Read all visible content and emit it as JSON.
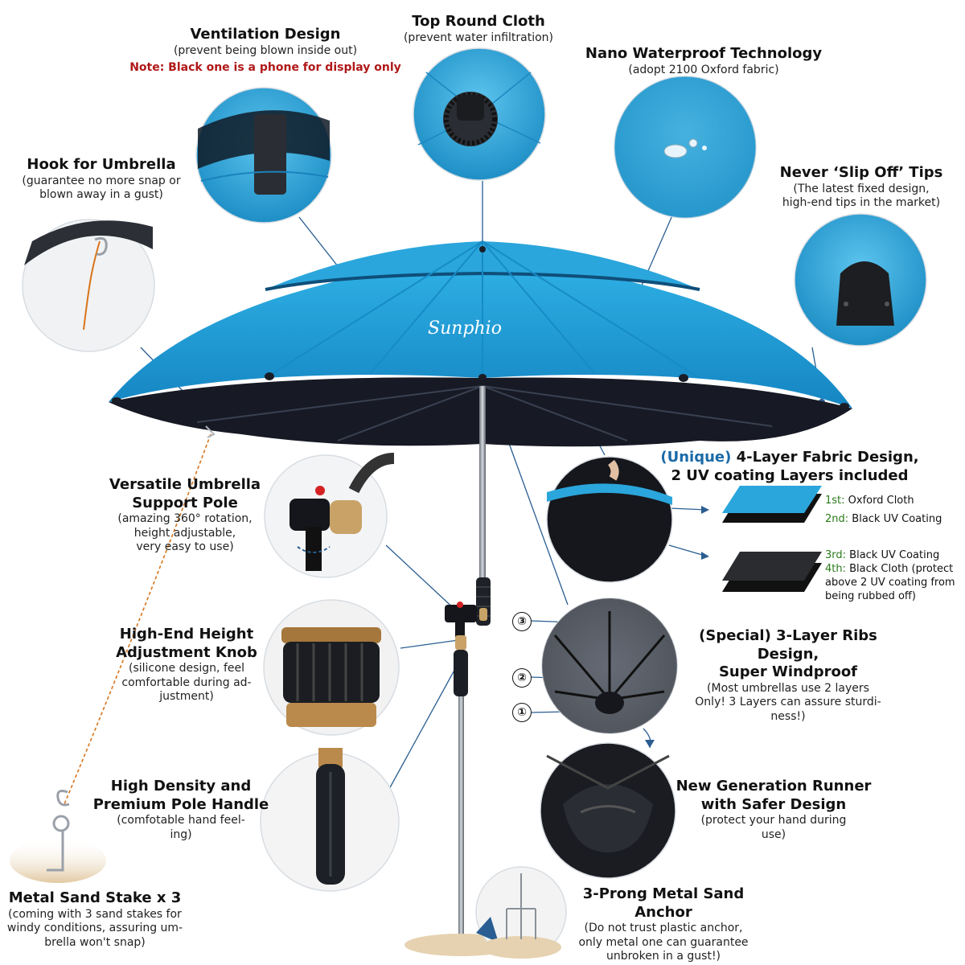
{
  "brand": {
    "logo_text": "Sunphio"
  },
  "colors": {
    "canopy": "#2aa6dc",
    "canopy_dark": "#1a8cc4",
    "underside": "#171a24",
    "leader": "#2a5e92",
    "note": "#b01818",
    "rope": "#d8741a"
  },
  "features": {
    "ventilation": {
      "title": "Ventilation Design",
      "desc": "(prevent being blown inside out)",
      "note": "Note: Black one is a phone for display only"
    },
    "top_cloth": {
      "title": "Top Round Cloth",
      "desc": "(prevent water infiltration)"
    },
    "nano": {
      "title": "Nano Waterproof Technology",
      "desc": "(adopt 2100 Oxford fabric)"
    },
    "hook": {
      "title": "Hook for Umbrella",
      "desc1": "(guarantee no more snap or",
      "desc2": "blown away in a gust)"
    },
    "tips": {
      "title": "Never ‘Slip Off’ Tips",
      "desc1": "(The latest fixed design,",
      "desc2": "high-end tips in the market)"
    },
    "pole": {
      "title1": "Versatile Umbrella",
      "title2": "Support Pole",
      "desc1": "(amazing 360° rotation,",
      "desc2": "height adjustable,",
      "desc3": "very easy to use)"
    },
    "fabric": {
      "title_hl": "(Unique)",
      "title_rest": " 4-Layer Fabric Design,",
      "title2": "2 UV coating Layers included"
    },
    "knob": {
      "title1": "High-End Height",
      "title2": "Adjustment Knob",
      "desc1": "(silicone design, feel",
      "desc2": "comfortable during ad-",
      "desc3": "justment)"
    },
    "ribs": {
      "title1": "(Special) 3-Layer Ribs Design,",
      "title2": "Super Windproof",
      "desc1": "(Most umbrellas use 2 layers",
      "desc2": "Only! 3 Layers can assure sturdi-",
      "desc3": "ness!)"
    },
    "handle": {
      "title1": "High Density and",
      "title2": "Premium Pole Handle",
      "desc1": "(comfotable hand feel-",
      "desc2": "ing)"
    },
    "runner": {
      "title1": "New Generation Runner",
      "title2": "with Safer Design",
      "desc1": "(protect your hand during",
      "desc2": "use)"
    },
    "stake": {
      "title": "Metal Sand Stake x 3",
      "desc1": "(coming with 3 sand stakes for",
      "desc2": "windy conditions, assuring um-",
      "desc3": "brella won't snap)"
    },
    "anchor": {
      "title": "3-Prong Metal Sand Anchor",
      "desc1": "(Do not trust plastic anchor,",
      "desc2": "only metal one can guarantee",
      "desc3": "unbroken in a gust!)"
    }
  },
  "layers": {
    "l1_key": "1st:",
    "l1": " Oxford Cloth",
    "l2_key": "2nd:",
    "l2": " Black UV Coating",
    "l3_key": "3rd:",
    "l3": " Black UV Coating",
    "l4_key": "4th:",
    "l4": " Black Cloth (protect",
    "l4b": "above 2 UV coating from",
    "l4c": "being rubbed off)"
  },
  "rib_numbers": [
    "③",
    "②",
    "①"
  ]
}
